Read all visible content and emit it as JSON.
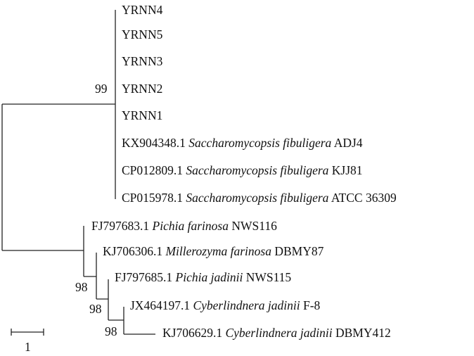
{
  "taxa": [
    {
      "acc": "YRNN4",
      "species": "",
      "strain": ""
    },
    {
      "acc": "YRNN5",
      "species": "",
      "strain": ""
    },
    {
      "acc": "YRNN3",
      "species": "",
      "strain": ""
    },
    {
      "acc": "YRNN2",
      "species": "",
      "strain": ""
    },
    {
      "acc": "YRNN1",
      "species": "",
      "strain": ""
    },
    {
      "acc": "KX904348.1",
      "species": "Saccharomycopsis fibuligera",
      "strain": "ADJ4"
    },
    {
      "acc": "CP012809.1",
      "species": "Saccharomycopsis fibuligera",
      "strain": "KJJ81"
    },
    {
      "acc": "CP015978.1",
      "species": "Saccharomycopsis fibuligera",
      "strain": "ATCC 36309"
    },
    {
      "acc": "FJ797683.1",
      "species": "Pichia farinosa",
      "strain": "NWS116"
    },
    {
      "acc": "KJ706306.1",
      "species": "Millerozyma farinosa",
      "strain": "DBMY87"
    },
    {
      "acc": "FJ797685.1",
      "species": "Pichia jadinii",
      "strain": "NWS115"
    },
    {
      "acc": "JX464197.1",
      "species": "Cyberlindnera jadinii",
      "strain": "F-8"
    },
    {
      "acc": "KJ706629.1",
      "species": "Cyberlindnera jadinii",
      "strain": "DBMY412"
    }
  ],
  "bootstrap": [
    "99",
    "98",
    "98",
    "98"
  ],
  "scale_bar": {
    "label": "1",
    "value": 1
  }
}
